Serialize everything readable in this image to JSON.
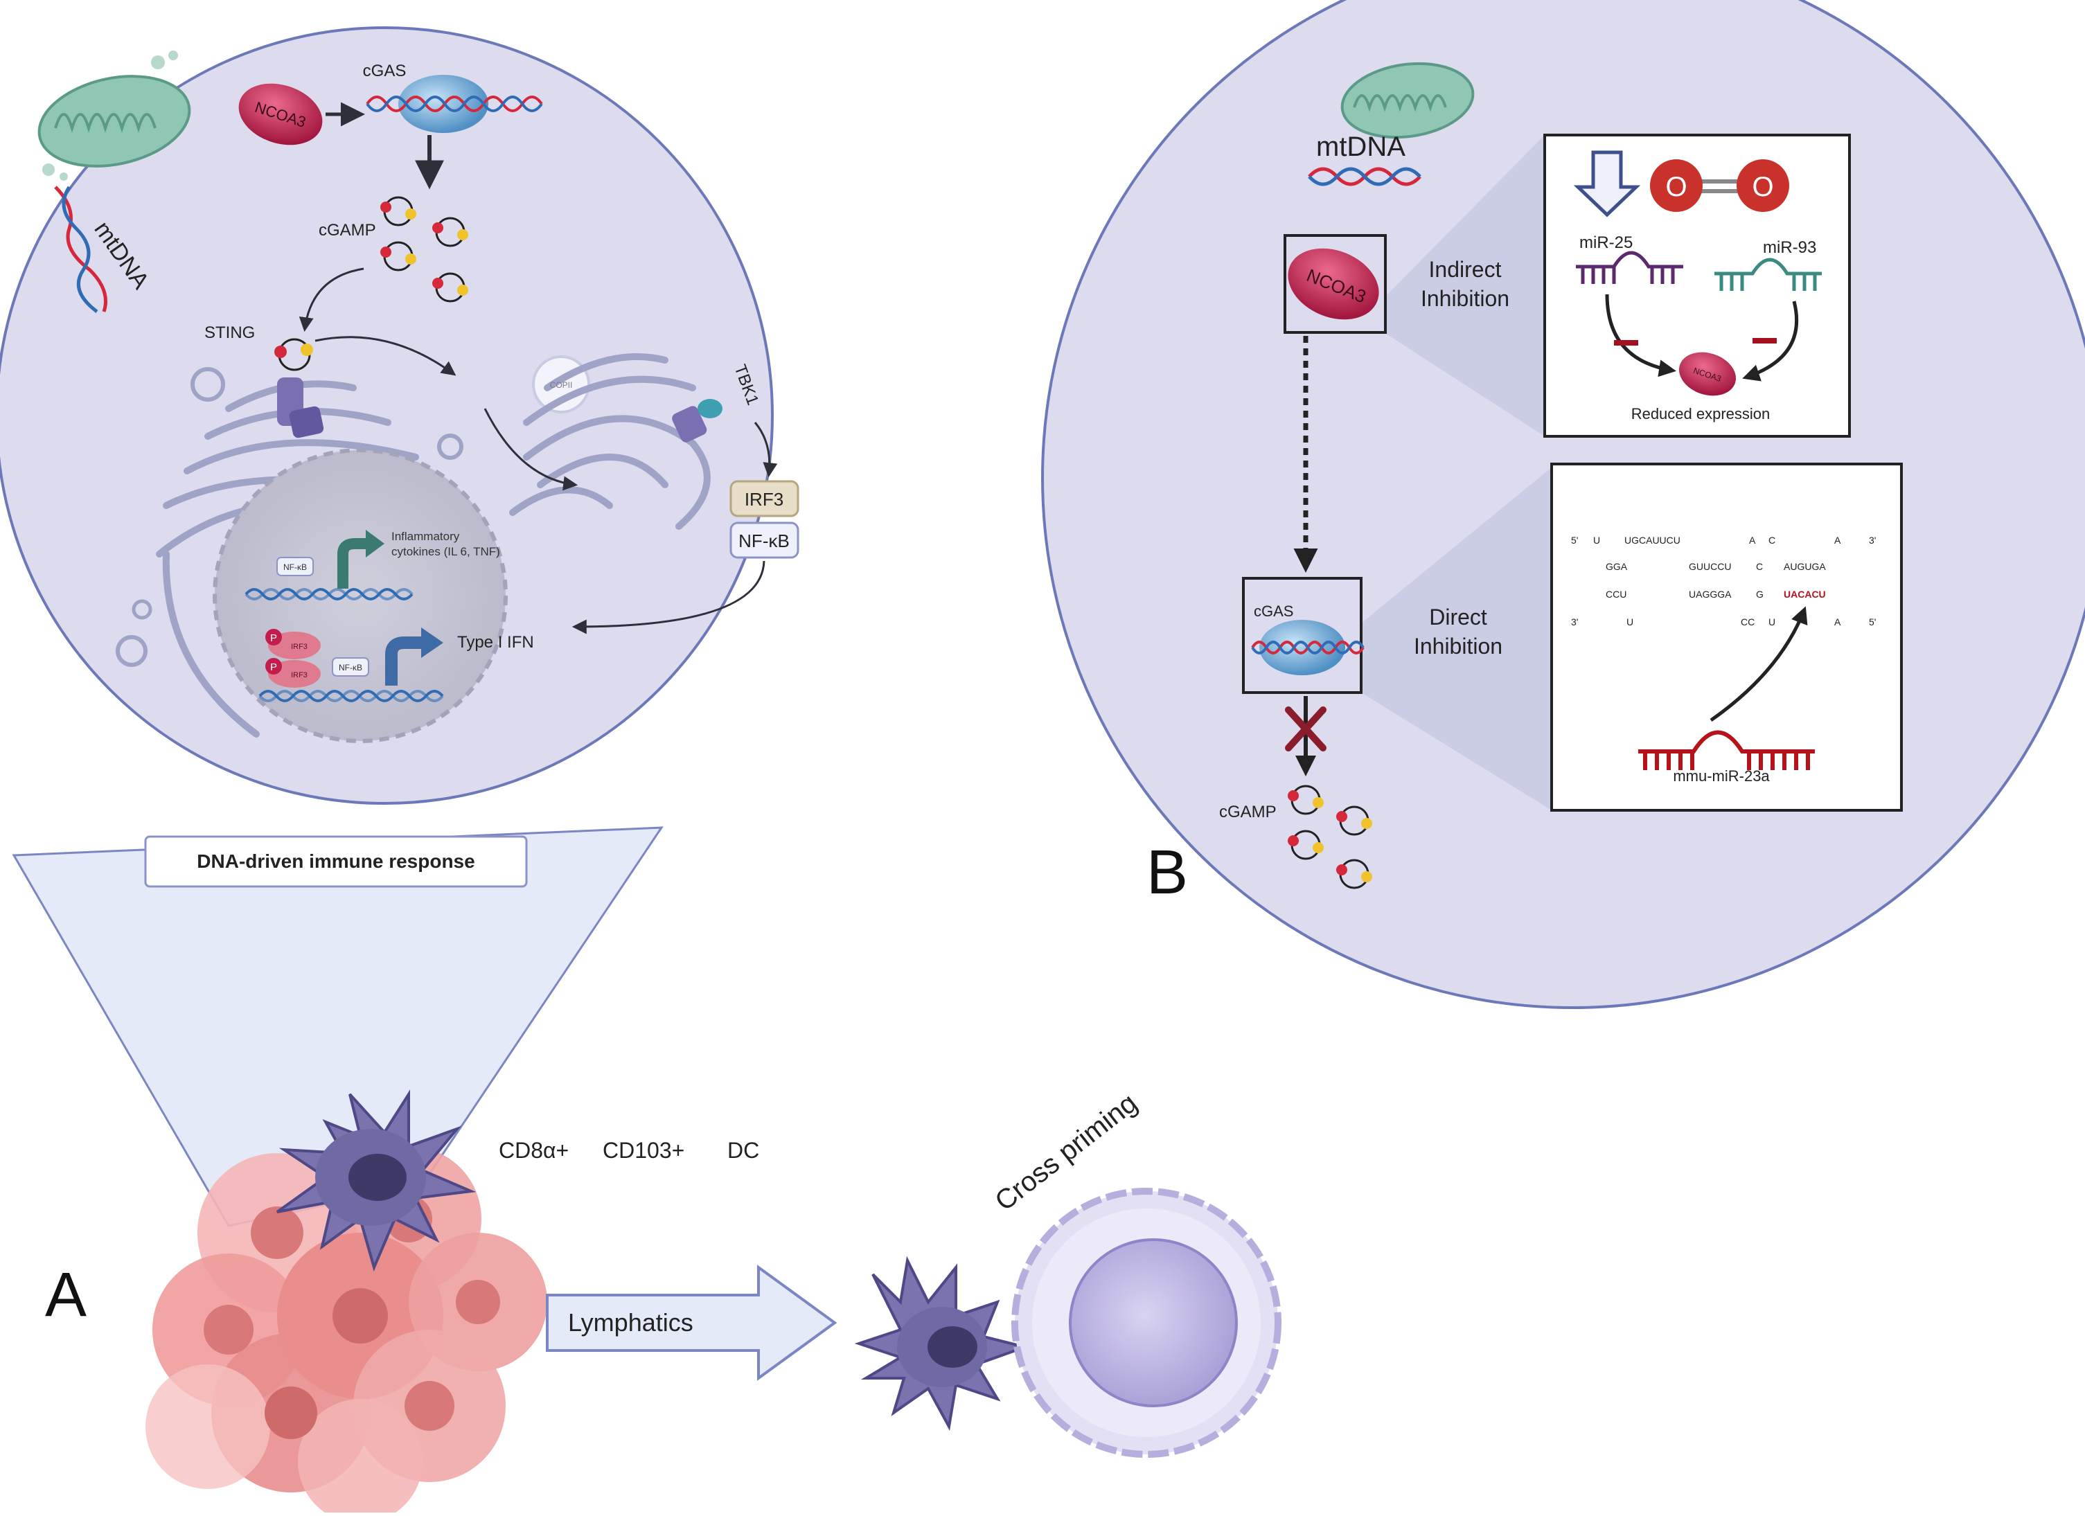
{
  "panel_a": {
    "letter": "A",
    "mtdna": "mtDNA",
    "ncoa3": "NCOA3",
    "cgas": "cGAS",
    "cgamp": "cGAMP",
    "sting": "STING",
    "copii": "COPII",
    "tbk1": "TBK1",
    "irf3": "IRF3",
    "nfkb_box": "NF-κB",
    "nfkb_small": "NF-κB",
    "irf3_small": "IRF3",
    "phospho": "P",
    "inflammatory_line1": "Inflammatory",
    "inflammatory_line2": "cytokines (IL 6, TNF)",
    "type1_ifn": "Type I IFN",
    "banner": "DNA-driven immune response",
    "cd8": "CD8α+",
    "cd103": "CD103+",
    "dc": "DC",
    "lymphatics": "Lymphatics",
    "cross_priming": "Cross priming"
  },
  "panel_b": {
    "letter": "B",
    "mtdna": "mtDNA",
    "ncoa3": "NCOA3",
    "indirect_line1": "Indirect",
    "indirect_line2": "Inhibition",
    "direct_line1": "Direct",
    "direct_line2": "Inhibition",
    "mir25": "miR-25",
    "mir93": "miR-93",
    "o_left": "O",
    "o_right": "O",
    "ncoa3_small": "NCOA3",
    "reduced": "Reduced expression",
    "cgas": "cGAS",
    "cgamp": "cGAMP",
    "mirna": "mmu-miR-23a",
    "seq_r1": [
      "5'",
      "U",
      "UGCAUUCU",
      "A",
      "C",
      "A",
      "3'"
    ],
    "seq_r2": [
      "GGA",
      "GUUCCU",
      "C",
      "AUGUGA"
    ],
    "seq_r3": [
      "CCU",
      "UAGGGA",
      "G",
      "UACACU"
    ],
    "seq_r4": [
      "3'",
      "U",
      "CC",
      "U",
      "A",
      "5'"
    ]
  },
  "colors": {
    "lens_fill": "#dcdcee",
    "lens_stroke": "#6d78b8",
    "cone": "#e4eaf8",
    "nucleus": "#c6c6d6",
    "er": "#9fa3c5",
    "ncoa3": "#c21d4b",
    "dna_red": "#d5283a",
    "dna_blue": "#2f6cb5",
    "tumor": "#e98d8d",
    "dc": "#6f6aa3",
    "tcell": "#c4bee5",
    "mir_purple": "#5b2a6e",
    "mir_teal": "#3b8a80",
    "mir_red": "#b5121b",
    "oxygen": "#c9322b"
  }
}
